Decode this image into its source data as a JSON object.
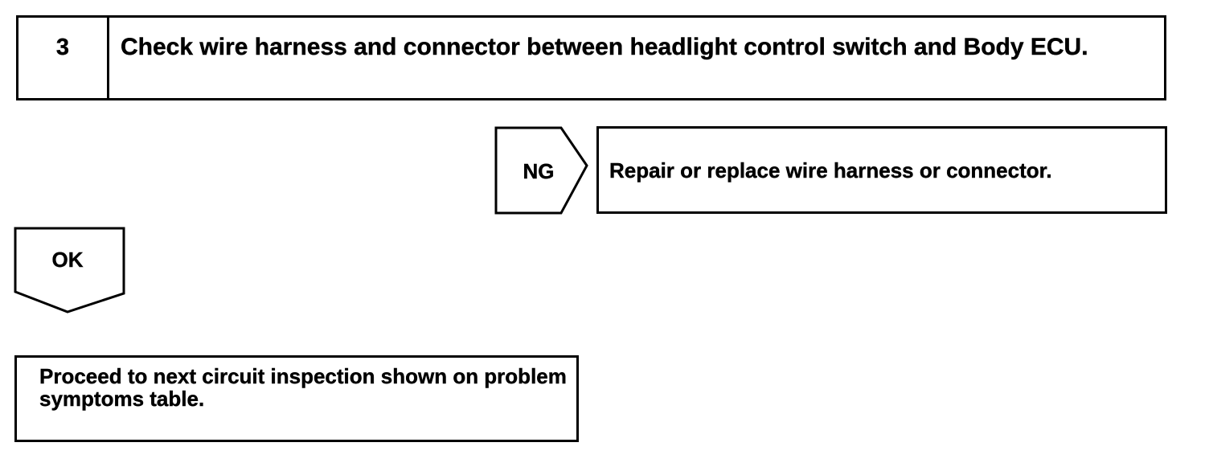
{
  "step": {
    "number": "3",
    "title": "Check wire harness and connector between headlight control switch and Body ECU."
  },
  "ng_branch": {
    "label": "NG",
    "result": "Repair or replace wire harness or connector."
  },
  "ok_branch": {
    "label": "OK",
    "result": "Proceed to next circuit inspection shown on problem symptoms table."
  }
}
